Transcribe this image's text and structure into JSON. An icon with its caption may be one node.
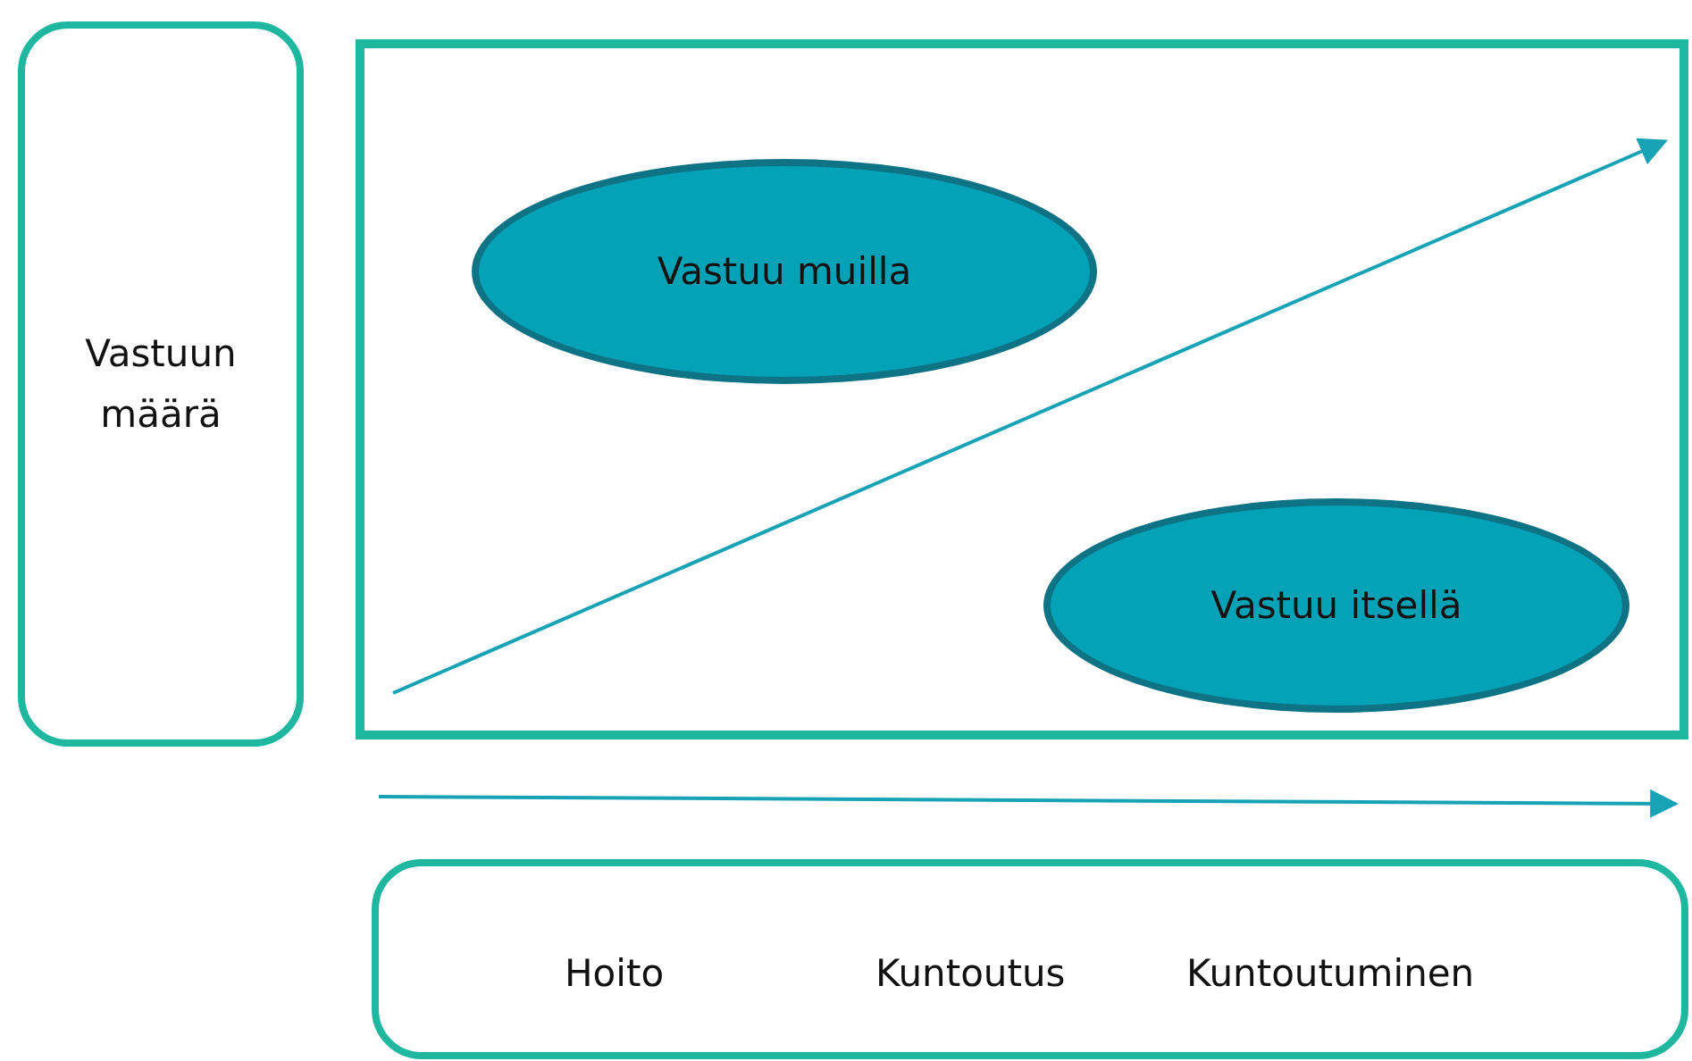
{
  "diagram": {
    "nodes": [
      {
        "text": [
          "Vastuun määrä"
        ]
      },
      {
        "text": [],
        "shape": "box"
      },
      {
        "text": [
          "Vastuu muilla"
        ],
        "in": 1
      },
      {
        "text": [
          "Vastuu itsellä"
        ],
        "in": 1
      },
      {
        "text": [
          "Hoito",
          "Kuntoutus",
          "Kuntoutuminen"
        ]
      }
    ]
  }
}
